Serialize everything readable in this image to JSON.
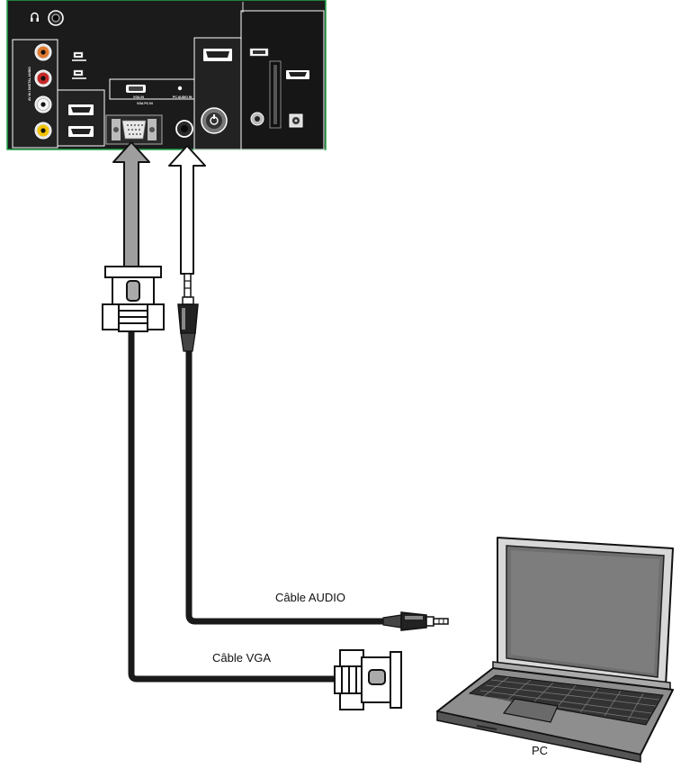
{
  "labels": {
    "audio_cable": "Câble AUDIO",
    "vga_cable": "Câble VGA",
    "pc": "PC"
  },
  "panel": {
    "vga_port_label": "VGA PC IN",
    "vga_in": "VGA IN",
    "pc_audio_in": "PC AUDIO IN"
  },
  "colors": {
    "cable": "#1a1a1a",
    "panel_border": "#22a34a",
    "vga_arrow": "#9e9e9e",
    "audio_arrow": "#ffffff",
    "rca_red": "#c62828",
    "rca_yellow": "#f2c200"
  },
  "icons": [
    "headphone-icon",
    "arrow-up-icon",
    "vga-connector-icon",
    "audio-jack-icon",
    "laptop-icon"
  ]
}
